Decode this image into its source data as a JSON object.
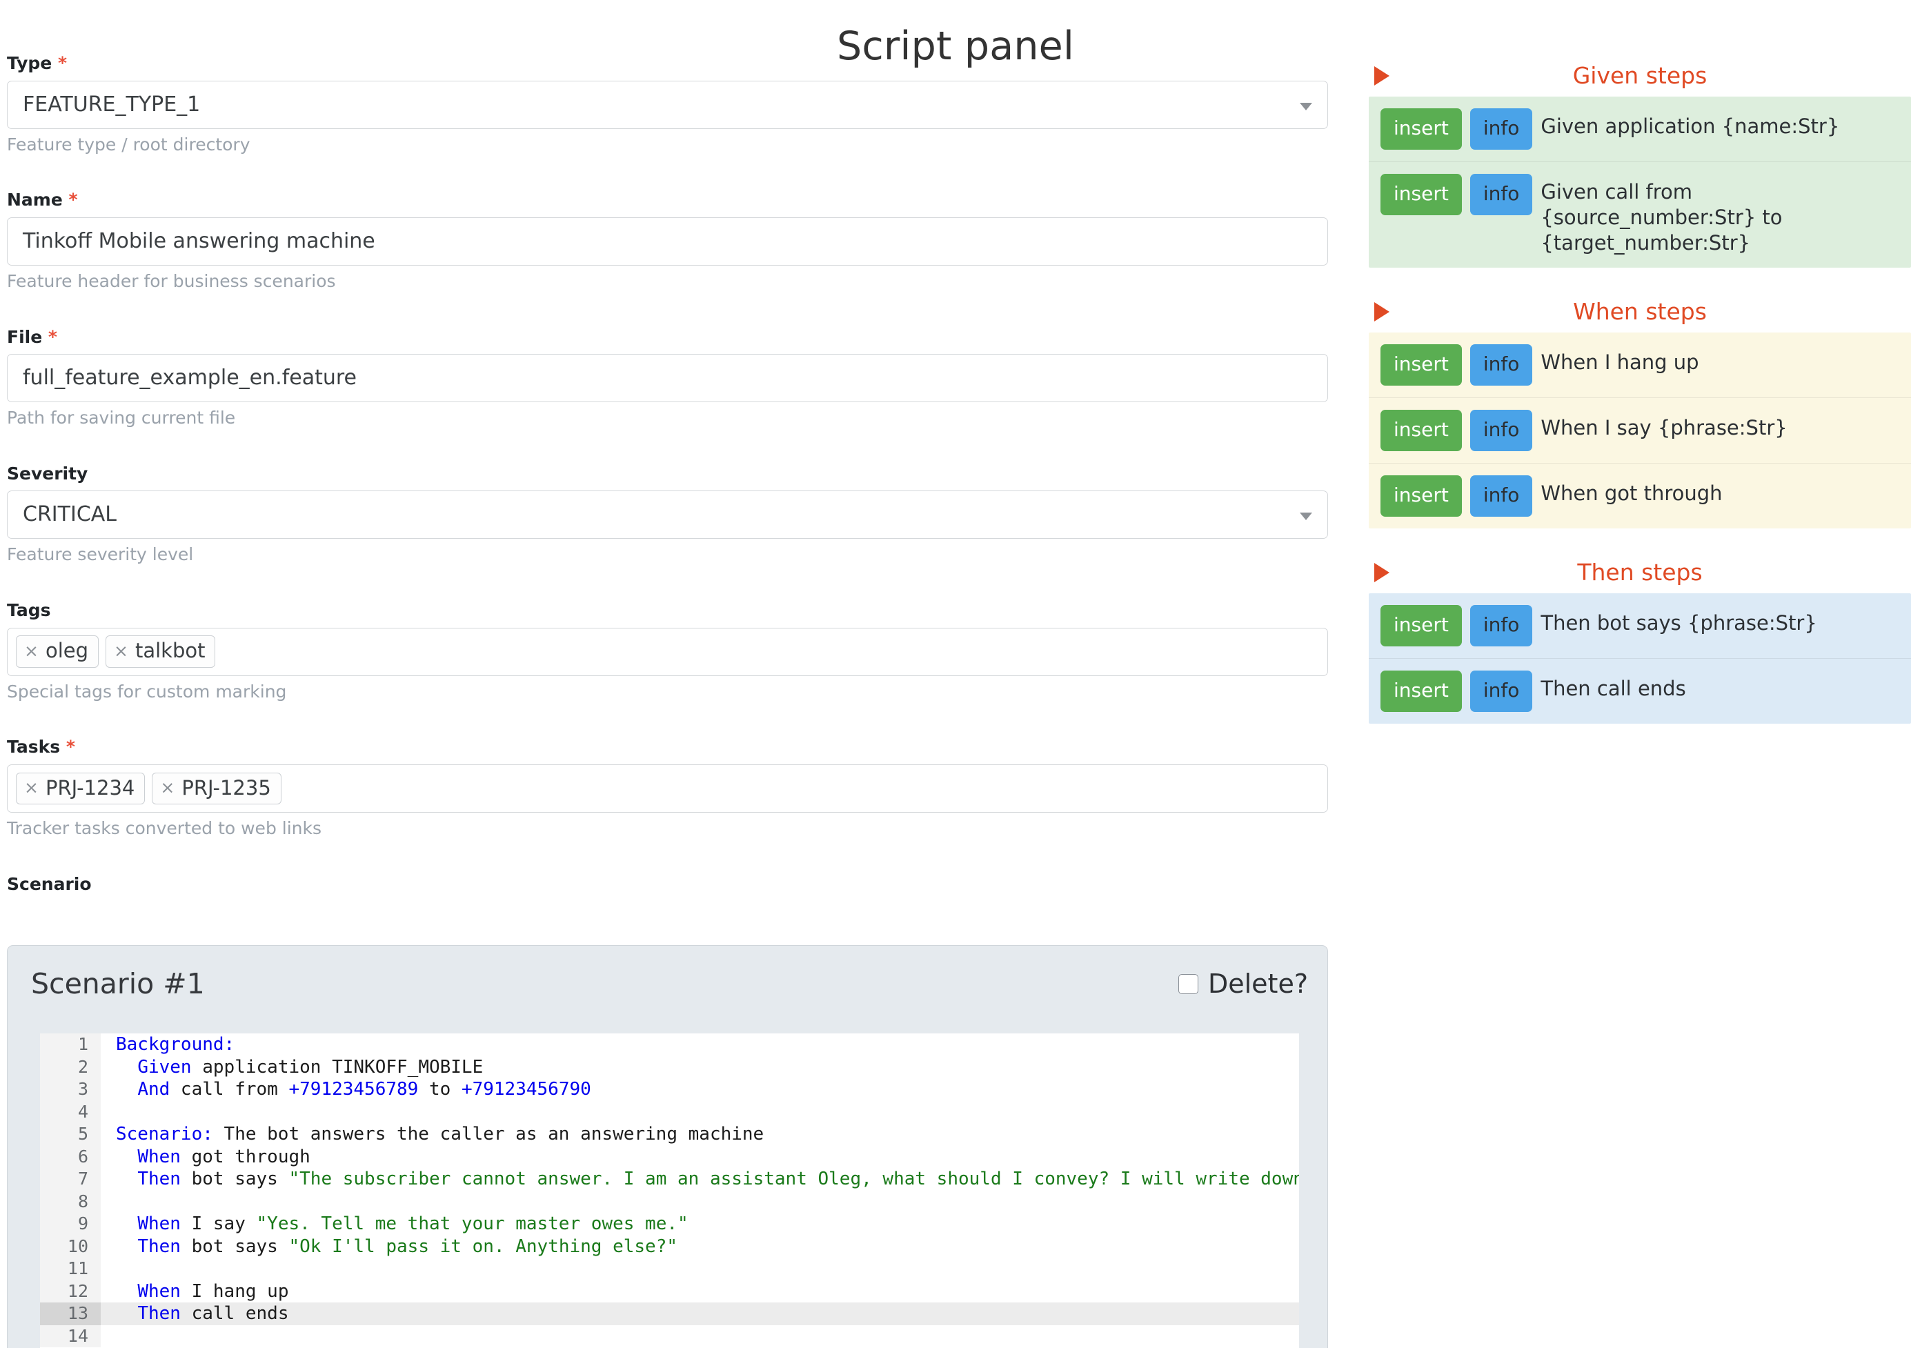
{
  "header": {
    "title": "Script panel"
  },
  "form": {
    "type": {
      "label": "Type",
      "required": "*",
      "value": "FEATURE_TYPE_1",
      "help": "Feature type / root directory"
    },
    "name": {
      "label": "Name",
      "required": "*",
      "value": "Tinkoff Mobile answering machine",
      "help": "Feature header for business scenarios"
    },
    "file": {
      "label": "File",
      "required": "*",
      "value": "full_feature_example_en.feature",
      "help": "Path for saving current file"
    },
    "severity": {
      "label": "Severity",
      "value": "CRITICAL",
      "help": "Feature severity level"
    },
    "tags": {
      "label": "Tags",
      "chips": [
        "oleg",
        "talkbot"
      ],
      "remove_glyph": "×",
      "help": "Special tags for custom marking"
    },
    "tasks": {
      "label": "Tasks",
      "required": "*",
      "chips": [
        "PRJ-1234",
        "PRJ-1235"
      ],
      "remove_glyph": "×",
      "help": "Tracker tasks converted to web links"
    },
    "scenario": {
      "label": "Scenario"
    }
  },
  "scenario_card": {
    "title": "Scenario #1",
    "delete_label": "Delete?"
  },
  "editor": {
    "active_line": 13,
    "lines": [
      {
        "n": "1",
        "tokens": [
          {
            "t": "Background:",
            "c": "kw"
          }
        ]
      },
      {
        "n": "2",
        "tokens": [
          {
            "t": "  ",
            "c": ""
          },
          {
            "t": "Given",
            "c": "kw"
          },
          {
            "t": " application TINKOFF_MOBILE",
            "c": ""
          }
        ]
      },
      {
        "n": "3",
        "tokens": [
          {
            "t": "  ",
            "c": ""
          },
          {
            "t": "And",
            "c": "kw"
          },
          {
            "t": " call from ",
            "c": ""
          },
          {
            "t": "+79123456789",
            "c": "num"
          },
          {
            "t": " to ",
            "c": ""
          },
          {
            "t": "+79123456790",
            "c": "num"
          }
        ]
      },
      {
        "n": "4",
        "tokens": []
      },
      {
        "n": "5",
        "tokens": [
          {
            "t": "Scenario:",
            "c": "kw"
          },
          {
            "t": " The bot answers the caller as an answering machine",
            "c": ""
          }
        ]
      },
      {
        "n": "6",
        "tokens": [
          {
            "t": "  ",
            "c": ""
          },
          {
            "t": "When",
            "c": "kw"
          },
          {
            "t": " got through",
            "c": ""
          }
        ]
      },
      {
        "n": "7",
        "tokens": [
          {
            "t": "  ",
            "c": ""
          },
          {
            "t": "Then",
            "c": "kw"
          },
          {
            "t": " bot says ",
            "c": ""
          },
          {
            "t": "\"The subscriber cannot answer. I am an assistant Oleg, what should I convey? I will write down\"",
            "c": "str"
          }
        ]
      },
      {
        "n": "8",
        "tokens": []
      },
      {
        "n": "9",
        "tokens": [
          {
            "t": "  ",
            "c": ""
          },
          {
            "t": "When",
            "c": "kw"
          },
          {
            "t": " I say ",
            "c": ""
          },
          {
            "t": "\"Yes. Tell me that your master owes me.\"",
            "c": "str"
          }
        ]
      },
      {
        "n": "10",
        "tokens": [
          {
            "t": "  ",
            "c": ""
          },
          {
            "t": "Then",
            "c": "kw"
          },
          {
            "t": " bot says ",
            "c": ""
          },
          {
            "t": "\"Ok I'll pass it on. Anything else?\"",
            "c": "str"
          }
        ]
      },
      {
        "n": "11",
        "tokens": []
      },
      {
        "n": "12",
        "tokens": [
          {
            "t": "  ",
            "c": ""
          },
          {
            "t": "When",
            "c": "kw"
          },
          {
            "t": " I hang up",
            "c": ""
          }
        ]
      },
      {
        "n": "13",
        "tokens": [
          {
            "t": "  ",
            "c": ""
          },
          {
            "t": "Then",
            "c": "kw"
          },
          {
            "t": " call ends",
            "c": ""
          }
        ]
      },
      {
        "n": "14",
        "tokens": []
      }
    ]
  },
  "steps_panel": {
    "button_insert": "insert",
    "button_info": "info",
    "sections": [
      {
        "key": "given",
        "title": "Given steps",
        "accent": "#e04a24",
        "background": "#ddeedd",
        "items": [
          "Given application {name:Str}",
          "Given call from {source_number:Str} to {target_number:Str}"
        ]
      },
      {
        "key": "when",
        "title": "When steps",
        "accent": "#e04a24",
        "background": "#fbf7e2",
        "items": [
          "When I hang up",
          "When I say {phrase:Str}",
          "When got through"
        ]
      },
      {
        "key": "then",
        "title": "Then steps",
        "accent": "#e04a24",
        "background": "#dceaf6",
        "items": [
          "Then bot says {phrase:Str}",
          "Then call ends"
        ]
      }
    ]
  }
}
